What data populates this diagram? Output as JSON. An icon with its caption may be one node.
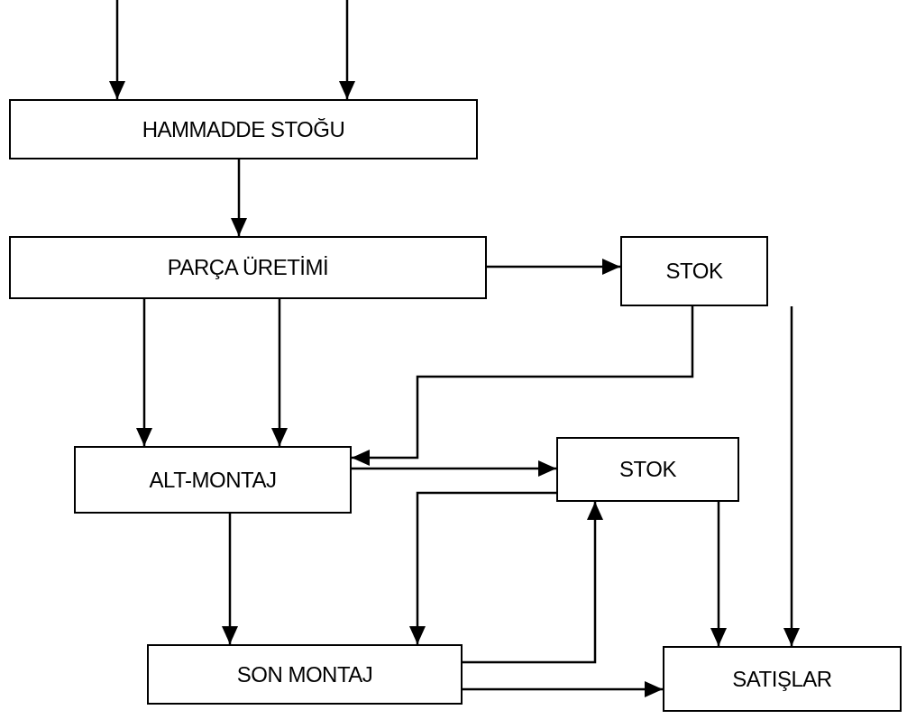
{
  "diagram": {
    "nodes": [
      {
        "text": [
          "HAMMADDE STOĞU"
        ]
      },
      {
        "text": [
          "PARÇA ÜRETİMİ"
        ]
      },
      {
        "text": [
          "STOK"
        ]
      },
      {
        "text": [
          "ALT-MONTAJ"
        ]
      },
      {
        "text": [
          "STOK"
        ]
      },
      {
        "text": [
          "SON MONTAJ"
        ]
      },
      {
        "text": [
          "SATIŞLAR"
        ]
      }
    ],
    "edges": [
      {
        "from": null,
        "to": 0,
        "arrow": "to"
      },
      {
        "from": null,
        "to": 0,
        "arrow": "to"
      },
      {
        "from": 0,
        "to": 1,
        "arrow": "to"
      },
      {
        "from": 1,
        "to": 2,
        "arrow": "to"
      },
      {
        "from": 1,
        "to": 3,
        "arrow": "to"
      },
      {
        "from": 1,
        "to": 3,
        "arrow": "to"
      },
      {
        "from": 2,
        "to": 3,
        "arrow": "to"
      },
      {
        "from": 2,
        "to": 6,
        "arrow": "to"
      },
      {
        "from": 3,
        "to": 4,
        "arrow": "to"
      },
      {
        "from": 3,
        "to": 5,
        "arrow": "to"
      },
      {
        "from": 4,
        "to": 5,
        "arrow": "to"
      },
      {
        "from": 5,
        "to": 4,
        "arrow": "to"
      },
      {
        "from": 4,
        "to": 6,
        "arrow": "to"
      },
      {
        "from": 5,
        "to": 6,
        "arrow": "to"
      }
    ]
  }
}
